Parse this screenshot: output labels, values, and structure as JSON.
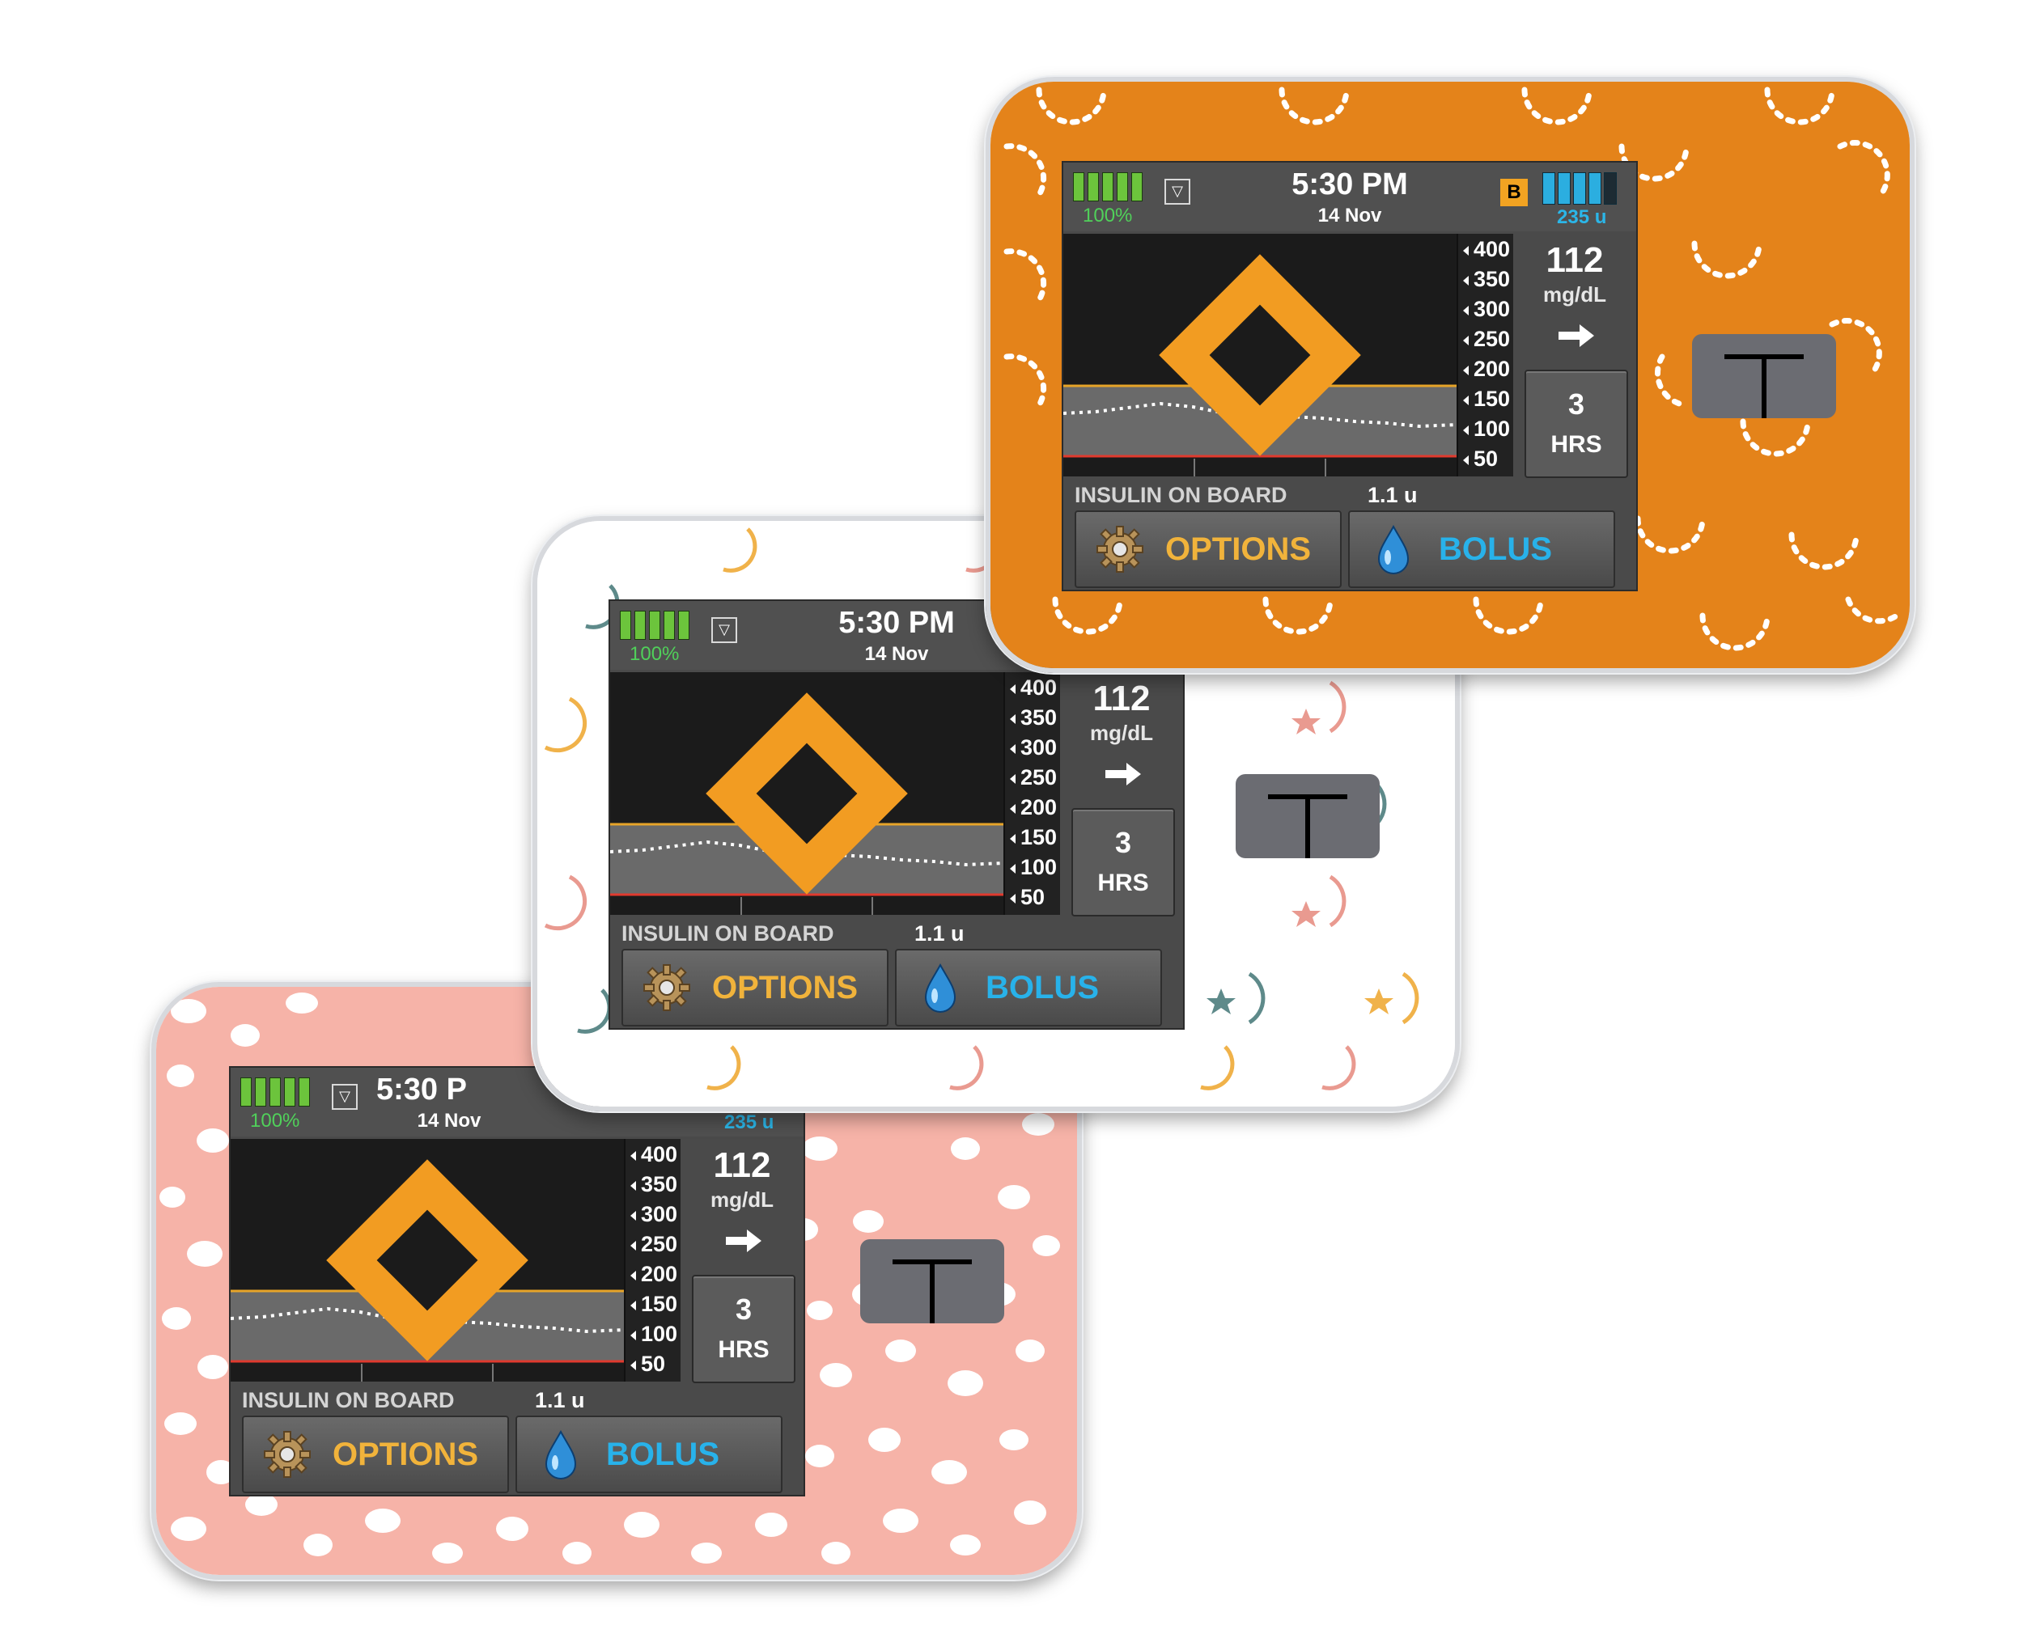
{
  "colors": {
    "orange_skin": "#e4831a",
    "pink_skin": "#f6b3a8",
    "white_skin": "#ffffff",
    "battery_green": "#6cc43c",
    "reservoir_blue": "#2baee0",
    "options_text": "#f1b33b",
    "bolus_text": "#28b2ea",
    "high_line": "#e7a428",
    "low_line": "#e03a2e"
  },
  "screen": {
    "battery_pct": "100%",
    "signal_icon": "antenna-icon",
    "time": "5:30 PM",
    "date": "14 Nov",
    "badge": "B",
    "reservoir": "235 u",
    "axis_ticks": [
      "400",
      "350",
      "300",
      "250",
      "200",
      "150",
      "100",
      "50"
    ],
    "bg_value": "112",
    "bg_unit": "mg/dL",
    "trend_icon": "arrow-right-icon",
    "hours_value": "3",
    "hours_label": "HRS",
    "iob_label": "INSULIN ON BOARD",
    "iob_value": "1.1 u",
    "options_label": "OPTIONS",
    "bolus_label": "BOLUS"
  },
  "partial_labels": {
    "time_cut": "5:30 P",
    "reservoir_cut": "235 u"
  }
}
